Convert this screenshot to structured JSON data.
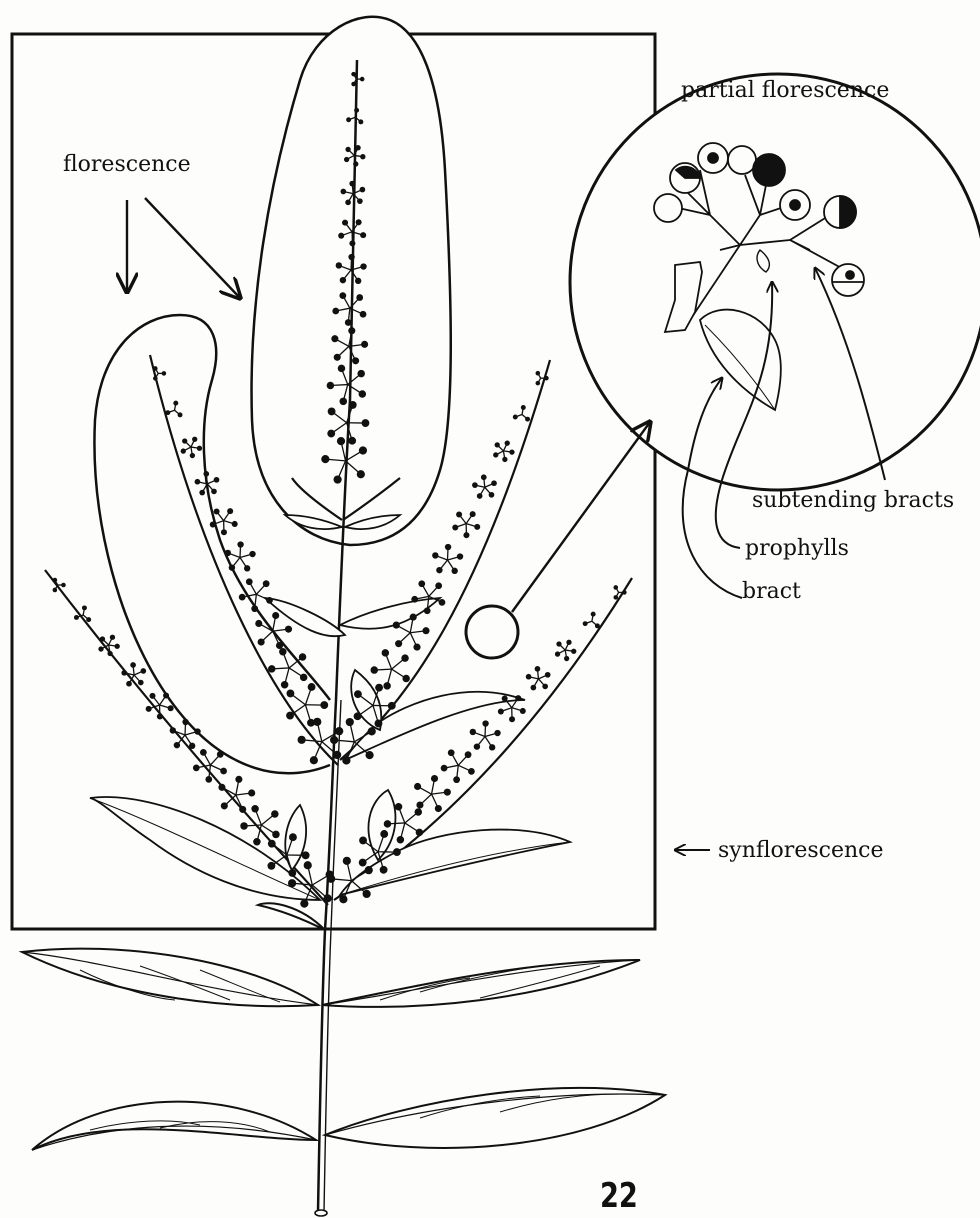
{
  "labels": {
    "florescence": "florescence",
    "partial_florescence": "partial florescence",
    "subtending_bracts": "subtending bracts",
    "prophylls": "prophylls",
    "bract": "bract",
    "synflorescence": "synflorescence"
  },
  "page_number": "22",
  "illustration": {
    "subject": "inflorescence-diagram",
    "ink_color": "#111111"
  }
}
